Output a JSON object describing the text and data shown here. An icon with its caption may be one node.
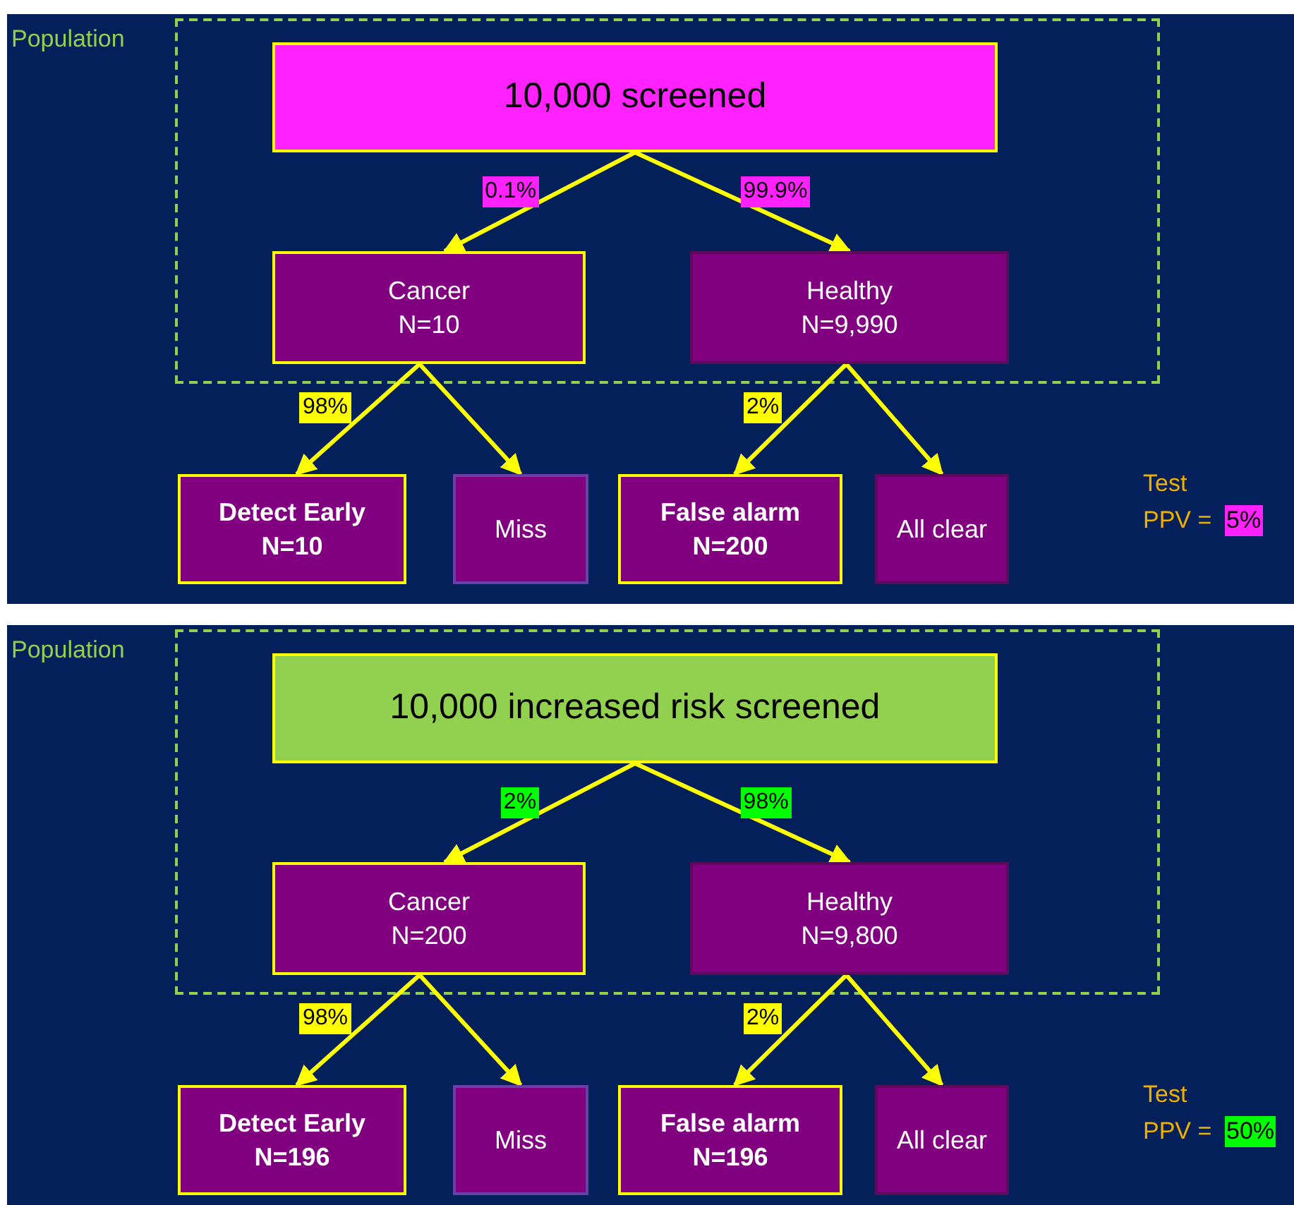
{
  "diagram": {
    "nodes": [
      {
        "text": [
          "Population"
        ]
      },
      {
        "text": [
          "10,000 screened"
        ],
        "in": 0
      },
      {
        "text": [
          "Cancer",
          "N=10"
        ],
        "in": 0
      },
      {
        "text": [
          "Healthy",
          "N=9,990"
        ],
        "in": 0
      },
      {
        "text": [
          "Detect Early",
          "N=10"
        ]
      },
      {
        "text": [
          "Miss"
        ]
      },
      {
        "text": [
          "False alarm",
          "N=200"
        ]
      },
      {
        "text": [
          "All clear"
        ]
      },
      {
        "text": [
          "Population"
        ]
      },
      {
        "text": [
          "10,000 increased risk screened"
        ],
        "in": 8
      },
      {
        "text": [
          "Cancer",
          "N=200"
        ],
        "in": 8
      },
      {
        "text": [
          "Healthy",
          "N=9,800"
        ],
        "in": 8
      },
      {
        "text": [
          "Detect Early",
          "N=196"
        ]
      },
      {
        "text": [
          "Miss"
        ]
      },
      {
        "text": [
          "False alarm",
          "N=196"
        ]
      },
      {
        "text": [
          "All clear"
        ]
      }
    ],
    "edges": [
      {
        "from": 1,
        "to": 2,
        "arrow": "to",
        "label": "0.1%"
      },
      {
        "from": 1,
        "to": 3,
        "arrow": "to",
        "label": "99.9%"
      },
      {
        "from": 2,
        "to": 4,
        "arrow": "to",
        "label": "98%"
      },
      {
        "from": 2,
        "to": 5,
        "arrow": "to"
      },
      {
        "from": 3,
        "to": 6,
        "arrow": "to",
        "label": "2%"
      },
      {
        "from": 3,
        "to": 7,
        "arrow": "to"
      },
      {
        "from": 9,
        "to": 10,
        "arrow": "to",
        "label": "2%"
      },
      {
        "from": 9,
        "to": 11,
        "arrow": "to",
        "label": "98%"
      },
      {
        "from": 10,
        "to": 12,
        "arrow": "to",
        "label": "98%"
      },
      {
        "from": 10,
        "to": 13,
        "arrow": "to"
      },
      {
        "from": 11,
        "to": 14,
        "arrow": "to",
        "label": "2%"
      },
      {
        "from": 11,
        "to": 15,
        "arrow": "to"
      }
    ],
    "labels": [
      "Test",
      "PPV =",
      "5%",
      "Test",
      "PPV =",
      "50%"
    ]
  }
}
